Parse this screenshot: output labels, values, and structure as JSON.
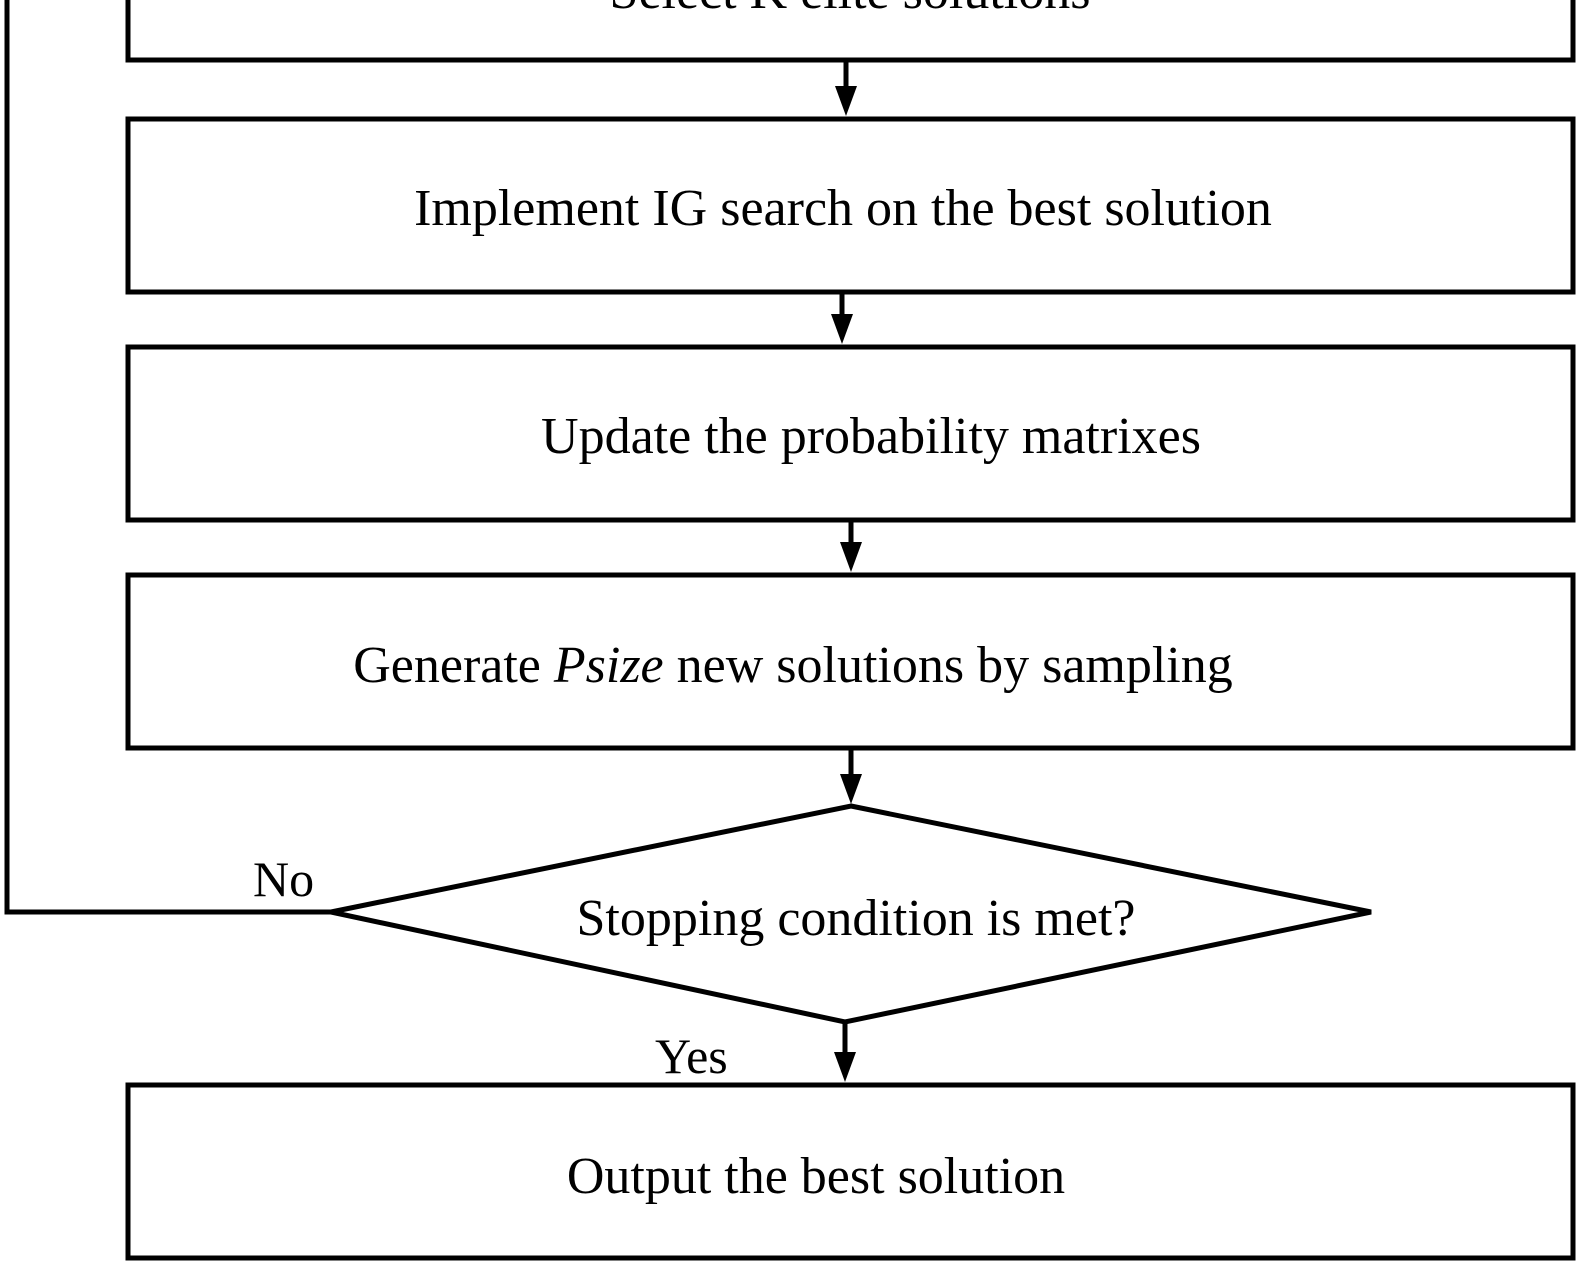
{
  "steps": {
    "select_elite": {
      "label": "Select K elite solutions"
    },
    "ig_search": {
      "label": "Implement IG search on the best solution"
    },
    "update_matrices": {
      "label": "Update the probability matrixes"
    },
    "generate": {
      "label_prefix": "Generate ",
      "label_var": "Psize",
      "label_suffix": " new solutions by sampling"
    },
    "output": {
      "label": "Output the best solution"
    }
  },
  "decision": {
    "label": "Stopping condition is met?",
    "no_label": "No",
    "yes_label": "Yes"
  },
  "colors": {
    "stroke": "#000000",
    "background": "#ffffff"
  }
}
